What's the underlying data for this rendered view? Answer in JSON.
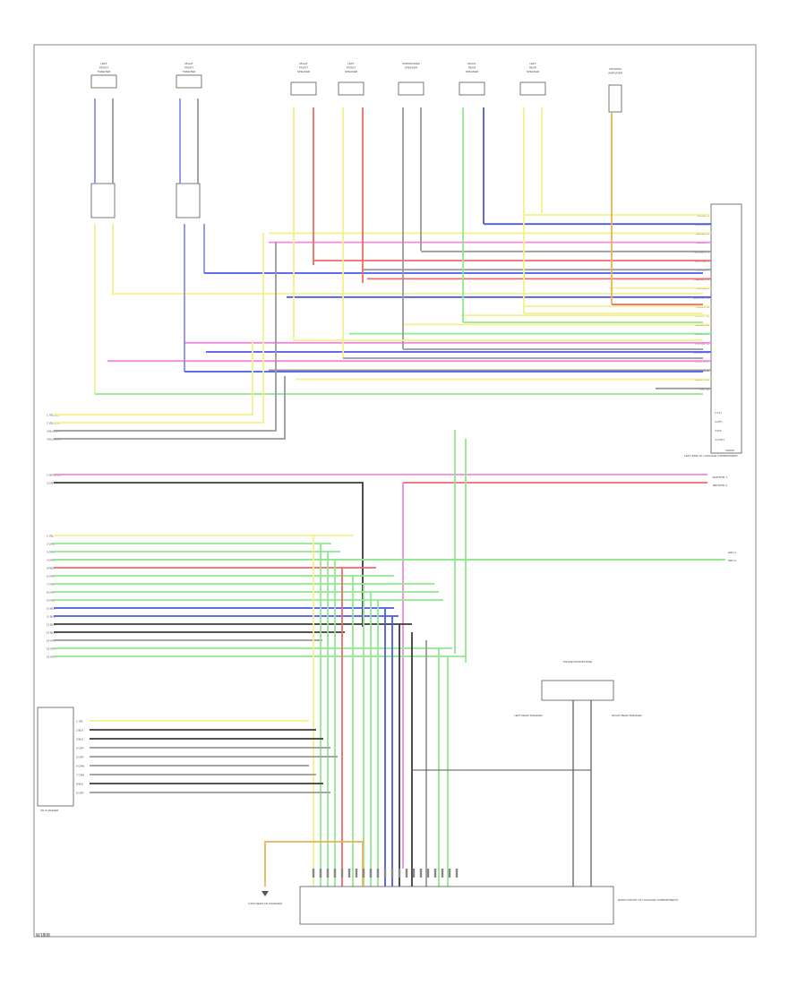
{
  "page_label": "W1808",
  "colors": {
    "yellow": "#f4f08a",
    "green": "#8fe88f",
    "violet": "#8a8ff0",
    "red": "#f06a6a",
    "pink": "#f08ad8",
    "gray": "#9a9a9a",
    "black": "#3a3a3a",
    "blue": "#4a5ae8",
    "orange": "#e8b45a",
    "wire_dark": "#555555"
  },
  "top_components": [
    {
      "key": "lf-speaker",
      "label": "LEFT FRONT TWEETER"
    },
    {
      "key": "rf-speaker",
      "label": "RIGHT FRONT TWEETER"
    },
    {
      "key": "rf-door-speaker",
      "label": "RIGHT FRONT SPEAKER"
    },
    {
      "key": "lf-door-speaker",
      "label": "LEFT FRONT SPEAKER"
    },
    {
      "key": "sub-speaker",
      "label": "SUBWOOFER SPEAKER"
    },
    {
      "key": "rr-speaker",
      "label": "RIGHT REAR SPEAKER"
    },
    {
      "key": "lr-speaker",
      "label": "LEFT REAR SPEAKER"
    },
    {
      "key": "antenna",
      "label": "ANTENNA AMPLIFIER"
    }
  ],
  "connector_right": {
    "label": "RADIO",
    "sub_label": "LEFT SIDE OF LUGGAGE COMPARTMENT",
    "pins": [
      "YEL/BLK 1",
      "BLU/RED 2",
      "YEL/GRN 3",
      "VIO/GRN 4",
      "BRN/WHT 5",
      "BRN/RED 6",
      "RED/BLK 7",
      "RED/WHT 8",
      "YEL/RED 9",
      "BLU/WHT 10",
      "YEL/BLU 11",
      "YEL/WHT 12",
      "YEL/BLK 13",
      "YEL/GRN 14",
      "VIO/RED 15",
      "BLU/GRN 16",
      "VIO/GRN 17",
      "BRN/YEL 18",
      "YEL/BRN 19",
      "GRY 20"
    ],
    "lower_pins": [
      "1 (LT)",
      "2 (RT)",
      "3 (IN)",
      "4 (OUT)"
    ]
  },
  "left_pins_a": [
    "1 YEL/BLK",
    "2 YEL/WHT",
    "3 BLU/GRY",
    "4 BLU/BRN"
  ],
  "left_pins_b": [
    "1 WHT/PNK",
    "2 GRY"
  ],
  "left_bus": [
    "1 YEL",
    "2 GRN",
    "3 GRN",
    "4 GRN",
    "5 RED",
    "6 GRN",
    "7 GRN",
    "8 GRN",
    "9 GRN",
    "10 BLU",
    "11 BLU",
    "12 BLK",
    "13 BLK",
    "14 GRY",
    "15 GRN",
    "16 GRN"
  ],
  "right_mid_pins": [
    "WHT/PNK 1",
    "BRN/PNK 2"
  ],
  "right_green_pins": [
    "GRN 1",
    "GRN 2"
  ],
  "cd_changer": {
    "label": "CD CHANGER",
    "pins": [
      "1 YEL",
      "2 BLK",
      "3 BLK",
      "4 GRY",
      "5 GRY",
      "6 GRN",
      "7 GRN",
      "8 BLK",
      "9 GRY"
    ]
  },
  "bottom_labels": {
    "ground": "G104 NEAR CD CHANGER",
    "main_module": "RADIO (FRONT OF LUGGAGE COMPARTMENT)",
    "phone_mic": "PHONE MICROPHONE",
    "lt_spk": "LEFT REAR SPEAKER",
    "rt_spk": "RIGHT REAR SPEAKER"
  }
}
